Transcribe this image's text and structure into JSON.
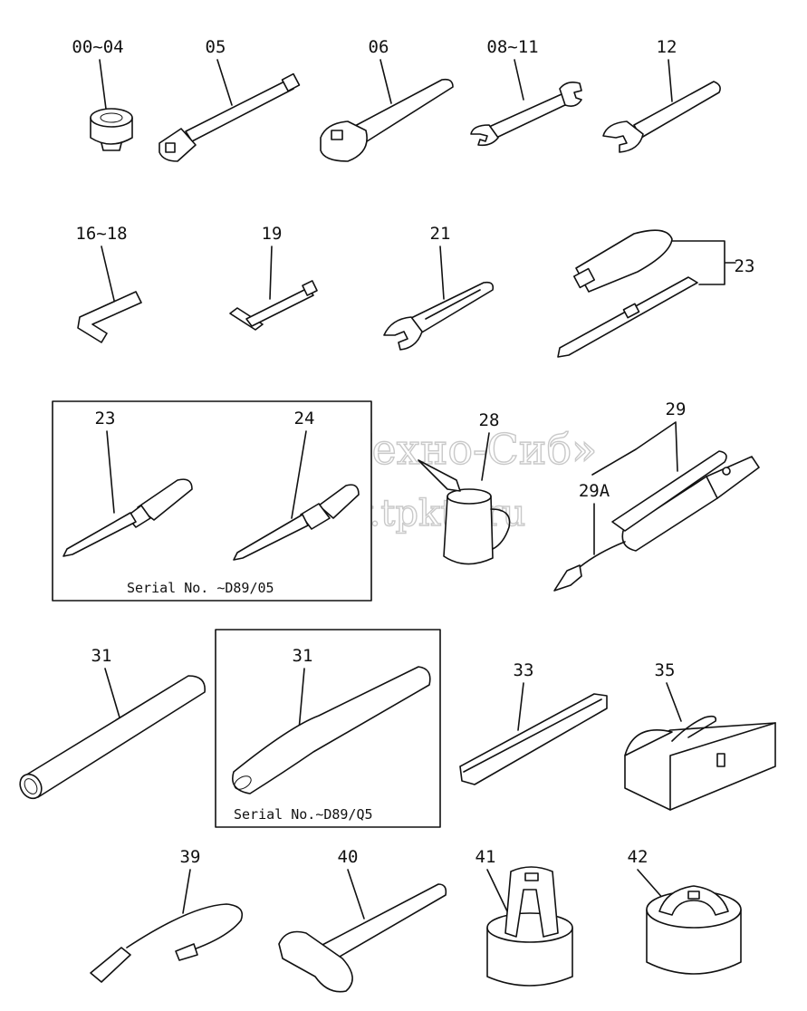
{
  "watermark": {
    "title": "ТПК «Техно-Сиб»",
    "url": "www.tpkts.ru"
  },
  "parts": [
    {
      "id": "p0004",
      "label": "00~04",
      "icon": "socket-icon"
    },
    {
      "id": "p05",
      "label": "05",
      "icon": "socket-handle-icon"
    },
    {
      "id": "p06",
      "label": "06",
      "icon": "ratchet-handle-icon"
    },
    {
      "id": "p0811",
      "label": "08~11",
      "icon": "double-open-wrench-icon"
    },
    {
      "id": "p12",
      "label": "12",
      "icon": "open-wrench-icon"
    },
    {
      "id": "p1618",
      "label": "16~18",
      "icon": "hex-key-icon"
    },
    {
      "id": "p19",
      "label": "19",
      "icon": "t-handle-wrench-icon"
    },
    {
      "id": "p21",
      "label": "21",
      "icon": "adjustable-wrench-icon"
    },
    {
      "id": "p23a",
      "label": "23",
      "icon": "interchangeable-screwdriver-icon"
    },
    {
      "id": "p23b",
      "label": "23",
      "icon": "phillips-screwdriver-icon"
    },
    {
      "id": "p24",
      "label": "24",
      "icon": "flat-screwdriver-icon"
    },
    {
      "id": "p28",
      "label": "28",
      "icon": "oil-can-icon"
    },
    {
      "id": "p29",
      "label": "29",
      "icon": "grease-gun-icon"
    },
    {
      "id": "p29a",
      "label": "29A",
      "icon": "grease-nozzle-icon"
    },
    {
      "id": "p31a",
      "label": "31",
      "icon": "extension-pipe-icon"
    },
    {
      "id": "p31b",
      "label": "31",
      "icon": "tapered-bar-icon"
    },
    {
      "id": "p33",
      "label": "33",
      "icon": "hex-bar-icon"
    },
    {
      "id": "p35",
      "label": "35",
      "icon": "toolbox-icon"
    },
    {
      "id": "p39",
      "label": "39",
      "icon": "hose-icon"
    },
    {
      "id": "p40",
      "label": "40",
      "icon": "hammer-icon"
    },
    {
      "id": "p41",
      "label": "41",
      "icon": "filter-wrench-tall-icon"
    },
    {
      "id": "p42",
      "label": "42",
      "icon": "filter-wrench-short-icon"
    }
  ],
  "serial_notes": {
    "box1": "Serial No. ∼D89/05",
    "box2": "Serial No.∼D89/Q5"
  }
}
